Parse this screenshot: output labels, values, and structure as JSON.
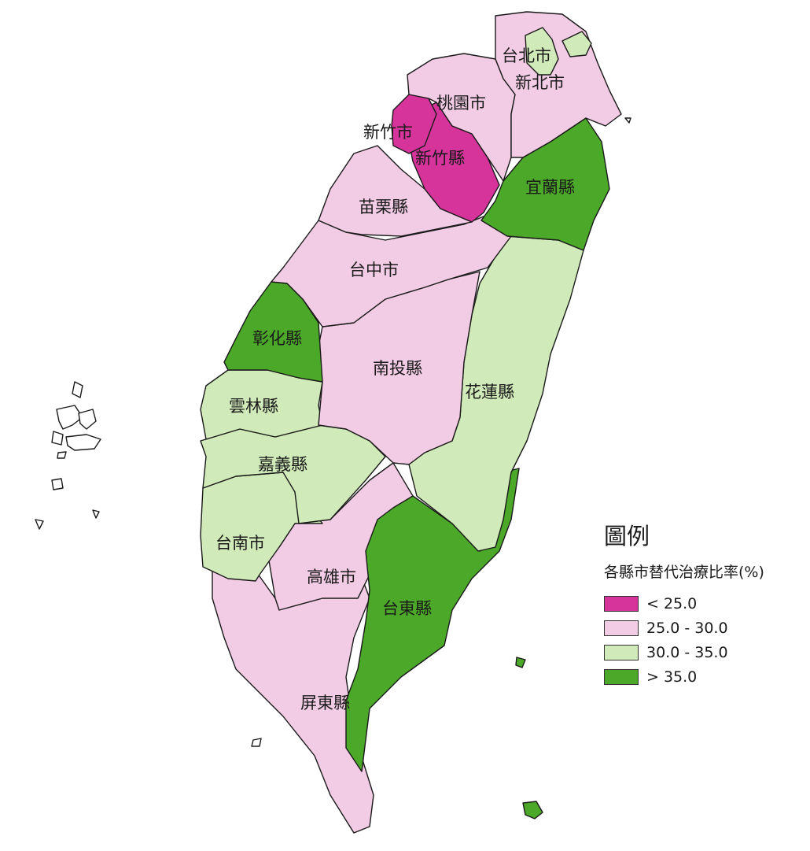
{
  "colors": {
    "lt25": "#d6339b",
    "c25_30": "#f2cbe4",
    "c30_35": "#d1eab9",
    "gt35": "#4ca829"
  },
  "regions": {
    "taipei_city": "台北市",
    "new_taipei_city": "新北市",
    "taoyuan_city": "桃園市",
    "hsinchu_city": "新竹市",
    "hsinchu_county": "新竹縣",
    "yilan_county": "宜蘭縣",
    "miaoli_county": "苗栗縣",
    "taichung_city": "台中市",
    "changhua_county": "彰化縣",
    "nantou_county": "南投縣",
    "hualien_county": "花蓮縣",
    "yunlin_county": "雲林縣",
    "chiayi_county": "嘉義縣",
    "tainan_city": "台南市",
    "kaohsiung_city": "高雄市",
    "taitung_county": "台東縣",
    "pingtung_county": "屏東縣"
  },
  "legend": {
    "title": "圖例",
    "subtitle": "各縣市替代治療比率(%)",
    "items": [
      {
        "label": "< 25.0",
        "color": "#d6339b"
      },
      {
        "label": "25.0 - 30.0",
        "color": "#f2cbe4"
      },
      {
        "label": "30.0 - 35.0",
        "color": "#d1eab9"
      },
      {
        "label": "> 35.0",
        "color": "#4ca829"
      }
    ]
  }
}
